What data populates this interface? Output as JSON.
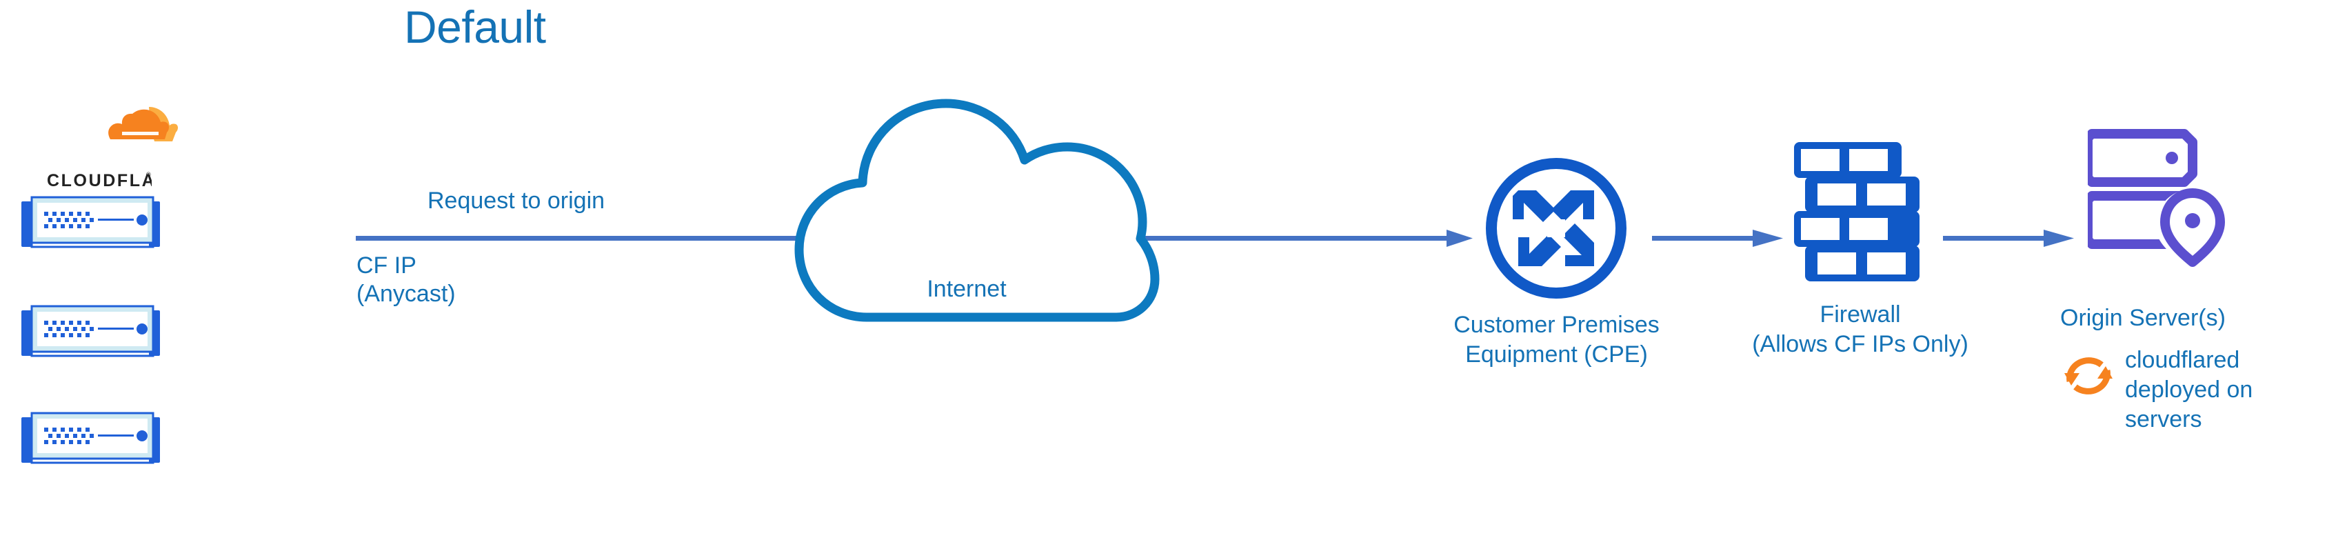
{
  "diagram": {
    "title": "Default",
    "background_color": "#ffffff",
    "colors": {
      "text_blue": "#1472b5",
      "icon_blue": "#1059c7",
      "arrow_blue": "#4472c4",
      "cloud_stroke": "#0d7ac0",
      "purple": "#5b4fcf",
      "orange": "#f6821f",
      "orange_light": "#fbad41",
      "wordmark_black": "#222222",
      "rack_border": "#2060d8",
      "rack_inner": "#cfeaf2"
    }
  },
  "logo": {
    "name": "cloudflare-logo",
    "wordmark": "CLOUDFLARE",
    "registered_mark": "®",
    "mark_icon": "cloudflare-cloud-icon"
  },
  "left_cluster": {
    "name": "cloudflare-edge-servers",
    "server_count": 3,
    "servers": [
      {
        "id": "server-1",
        "icon": "server-rack-icon"
      },
      {
        "id": "server-2",
        "icon": "server-rack-icon"
      },
      {
        "id": "server-3",
        "icon": "server-rack-icon"
      }
    ]
  },
  "flow": {
    "arrow_label": "Request to origin",
    "source_label_line1": "CF IP",
    "source_label_line2": "(Anycast)",
    "arrows": [
      {
        "name": "arrow-edge-to-internet-to-cpe",
        "icon": "right-arrow-icon"
      },
      {
        "name": "arrow-cpe-to-firewall",
        "icon": "right-arrow-icon"
      },
      {
        "name": "arrow-firewall-to-origin",
        "icon": "right-arrow-icon"
      }
    ]
  },
  "nodes": [
    {
      "id": "internet",
      "icon": "cloud-icon",
      "label": "Internet"
    },
    {
      "id": "cpe",
      "icon": "router-four-arrows-icon",
      "label_line1": "Customer Premises",
      "label_line2": "Equipment (CPE)"
    },
    {
      "id": "firewall",
      "icon": "brick-wall-icon",
      "label_line1": "Firewall",
      "label_line2": "(Allows CF IPs Only)"
    },
    {
      "id": "origin",
      "icon": "server-stack-location-pin-icon",
      "label": "Origin Server(s)",
      "note_icon": "refresh-sync-icon",
      "note_line1": "cloudflared",
      "note_line2": "deployed on",
      "note_line3": "servers"
    }
  ]
}
